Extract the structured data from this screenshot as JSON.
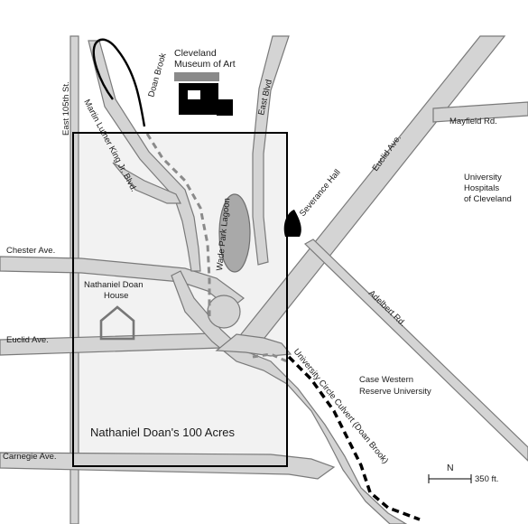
{
  "map": {
    "region_label": "Nathaniel Doan's 100 Acres",
    "landmarks": {
      "museum_line1": "Cleveland",
      "museum_line2": "Museum of Art",
      "hospitals_line1": "University",
      "hospitals_line2": "Hospitals",
      "hospitals_line3": "of Cleveland",
      "cwru_line1": "Case Western",
      "cwru_line2": "Reserve University",
      "doan_house_line1": "Nathaniel Doan",
      "doan_house_line2": "House",
      "severance_hall": "Severance Hall",
      "lagoon": "Wade Park Lagoon"
    },
    "streets": {
      "east_105th": "East 105th St.",
      "mlk": "Martin Luther King Jr. Blvd.",
      "doan_brook": "Doan Brook",
      "east_blvd": "East Blvd",
      "euclid_upper": "Euclid Ave.",
      "euclid_left": "Euclid Ave.",
      "mayfield": "Mayfield Rd.",
      "chester": "Chester Ave.",
      "adelbert": "Adelbert Rd.",
      "carnegie": "Carnegie Ave.",
      "culvert": "University Circle Culvert (Doan Brook)"
    },
    "scale": {
      "north": "N",
      "distance": "350 ft."
    },
    "colors": {
      "region_fill": "#f2f2f2",
      "road_fill": "#d4d4d4",
      "lagoon": "#a9a9a9",
      "building": "#000000"
    }
  }
}
